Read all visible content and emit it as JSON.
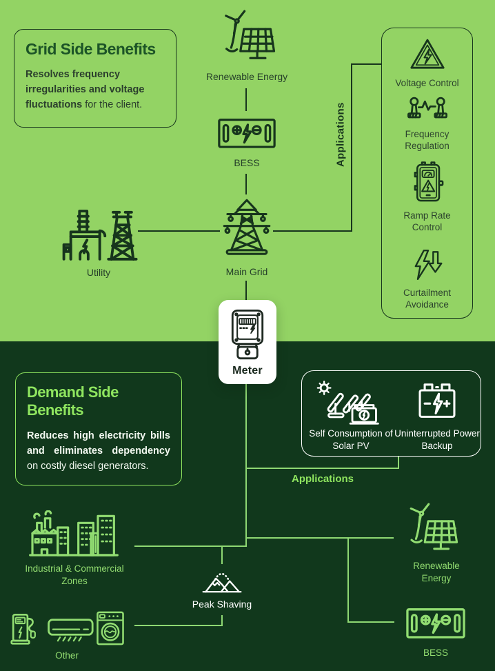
{
  "colors": {
    "light_bg": "#93d364",
    "dark_bg": "#11381c",
    "dark_ink": "#17351d",
    "light_ink": "#92dd72",
    "top_title": "#1c5427",
    "bottom_title": "#8fe55f",
    "white": "#ffffff"
  },
  "top_section": {
    "benefits_box": {
      "title": "Grid Side Benefits",
      "body_bold": "Resolves frequency irregularities and voltage fluctuations",
      "body_rest": " for the client."
    },
    "applications_label": "Applications",
    "nodes": {
      "renewable": "Renewable Energy",
      "bess": "BESS",
      "utility": "Utility",
      "main_grid": "Main Grid",
      "meter": "Meter"
    },
    "applications": [
      "Voltage Control",
      "Frequency Regulation",
      "Ramp Rate Control",
      "Curtailment Avoidance"
    ]
  },
  "bottom_section": {
    "benefits_box": {
      "title": "Demand Side Benefits",
      "body_bold": "Reduces high electricity bills and eliminates dependency",
      "body_rest": " on costly diesel generators."
    },
    "applications_label": "Applications",
    "applications": [
      "Self Consumption of Solar PV",
      "Uninterrupted Power Backup"
    ],
    "nodes": {
      "industrial": "Industrial & Commercial Zones",
      "peak_shaving": "Peak Shaving",
      "renewable": "Renewable Energy",
      "bess": "BESS",
      "other": "Other"
    }
  },
  "icons": [
    "wind-solar-icon",
    "battery-bess-icon",
    "utility-plant-icon",
    "transmission-tower-icon",
    "voltage-warning-icon",
    "frequency-wave-icon",
    "ramp-control-box-icon",
    "curtailment-bolt-arrow-icon",
    "meter-icon",
    "solar-self-consumption-icon",
    "power-backup-battery-icon",
    "industrial-buildings-icon",
    "peak-shaving-mountain-icon",
    "ev-charger-icon",
    "ac-unit-icon",
    "washing-machine-icon"
  ]
}
